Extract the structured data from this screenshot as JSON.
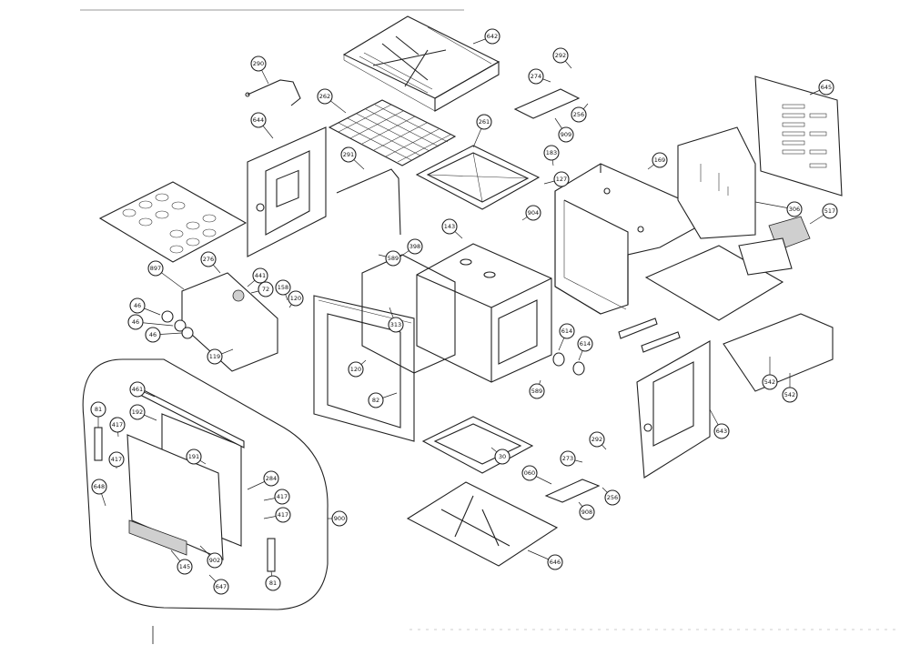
{
  "diagram": {
    "kind": "exploded-parts-view",
    "callouts": [
      {
        "label": "642"
      },
      {
        "label": "290"
      },
      {
        "label": "262"
      },
      {
        "label": "292"
      },
      {
        "label": "274"
      },
      {
        "label": "256"
      },
      {
        "label": "909"
      },
      {
        "label": "645"
      },
      {
        "label": "644"
      },
      {
        "label": "261"
      },
      {
        "label": "183"
      },
      {
        "label": "169"
      },
      {
        "label": "291"
      },
      {
        "label": "127"
      },
      {
        "label": "904"
      },
      {
        "label": "306"
      },
      {
        "label": "517"
      },
      {
        "label": "143"
      },
      {
        "label": "398"
      },
      {
        "label": "589"
      },
      {
        "label": "276"
      },
      {
        "label": "441"
      },
      {
        "label": "897"
      },
      {
        "label": "72"
      },
      {
        "label": "158"
      },
      {
        "label": "120"
      },
      {
        "label": "46"
      },
      {
        "label": "46"
      },
      {
        "label": "46"
      },
      {
        "label": "313"
      },
      {
        "label": "614"
      },
      {
        "label": "614"
      },
      {
        "label": "119"
      },
      {
        "label": "120"
      },
      {
        "label": "82"
      },
      {
        "label": "542"
      },
      {
        "label": "542"
      },
      {
        "label": "461"
      },
      {
        "label": "589"
      },
      {
        "label": "643"
      },
      {
        "label": "81"
      },
      {
        "label": "417"
      },
      {
        "label": "192"
      },
      {
        "label": "417"
      },
      {
        "label": "191"
      },
      {
        "label": "292"
      },
      {
        "label": "30"
      },
      {
        "label": "273"
      },
      {
        "label": "060"
      },
      {
        "label": "284"
      },
      {
        "label": "648"
      },
      {
        "label": "417"
      },
      {
        "label": "256"
      },
      {
        "label": "908"
      },
      {
        "label": "417"
      },
      {
        "label": "900"
      },
      {
        "label": "902"
      },
      {
        "label": "646"
      },
      {
        "label": "145"
      },
      {
        "label": "647"
      },
      {
        "label": "81"
      }
    ]
  }
}
